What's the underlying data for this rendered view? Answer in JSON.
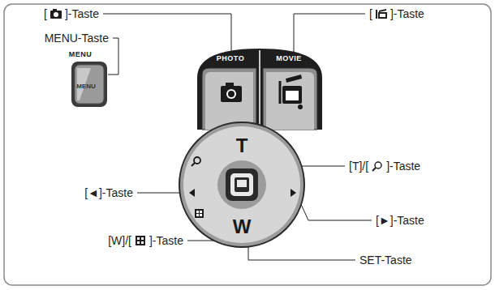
{
  "diagram": {
    "labels": [
      "[",
      "]-Taste",
      "[",
      "]-Taste",
      "MENU-Taste",
      "MENU",
      "MENU",
      "PHOTO",
      "MOVIE",
      "[T]/[",
      "]-Taste",
      "[◄]-Taste",
      "[►]-Taste",
      "[W]/[",
      "]-Taste",
      "SET-Taste",
      "T",
      "W"
    ]
  }
}
